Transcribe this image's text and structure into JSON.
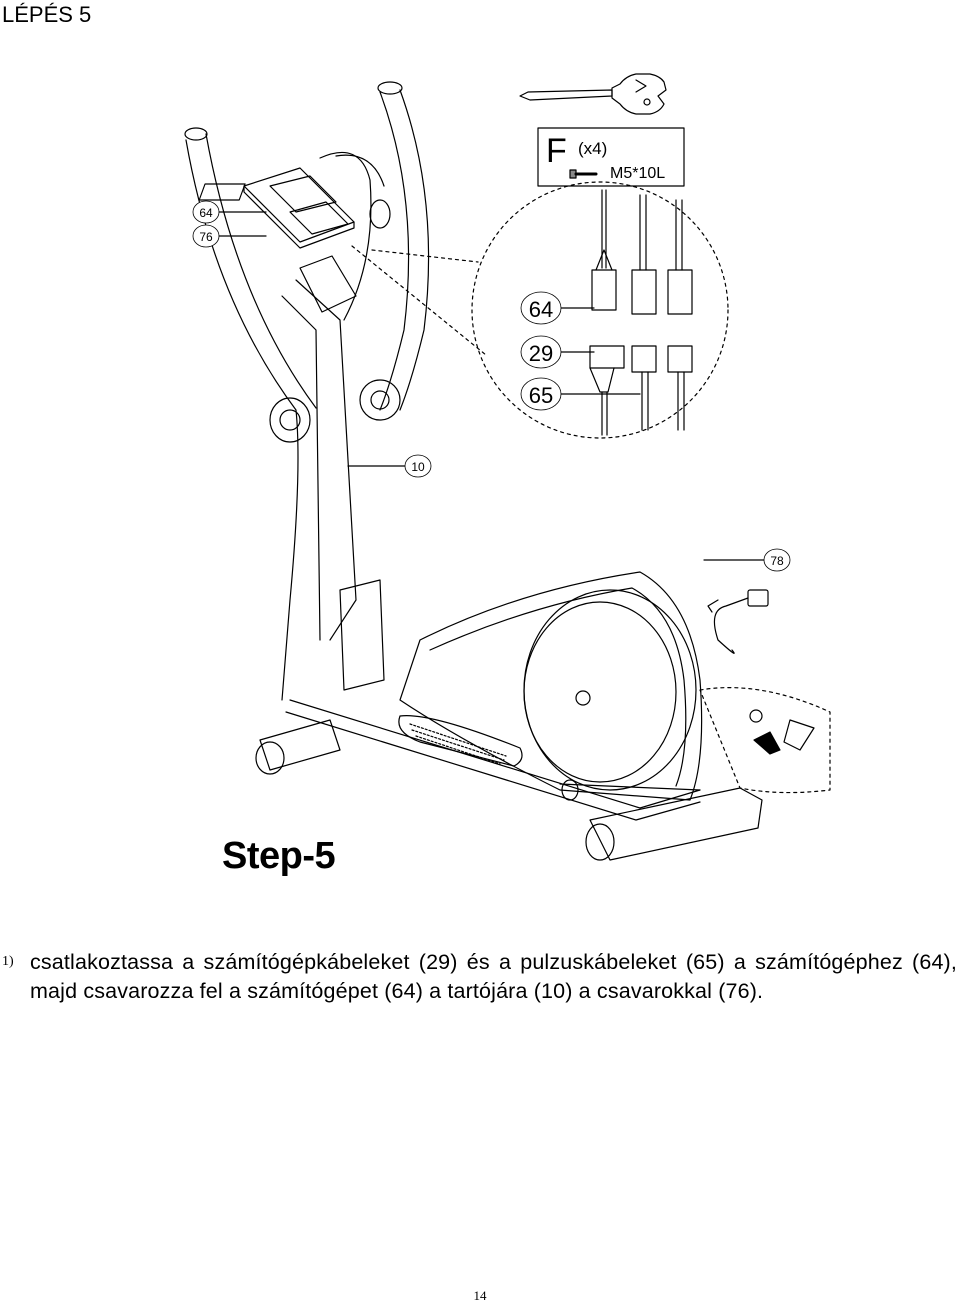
{
  "header": {
    "title": "LÉPÉS 5"
  },
  "tool_box": {
    "letter": "F",
    "quantity": "(x4)",
    "spec": "M5*10L"
  },
  "callouts": {
    "c64_small": "64",
    "c76": "76",
    "c64_large": "64",
    "c29": "29",
    "c65": "65",
    "c10": "10",
    "c78": "78"
  },
  "step": {
    "title": "Step-5"
  },
  "instructions": [
    {
      "number": "1)",
      "text": "csatlakoztassa a számítógépkábeleket (29) és a pulzuskábeleket (65) a számítógéphez (64), majd csavarozza fel a számítógépet (64) a tartójára (10) a csavarokkal (76)."
    }
  ],
  "footer": {
    "page_number": "14"
  }
}
